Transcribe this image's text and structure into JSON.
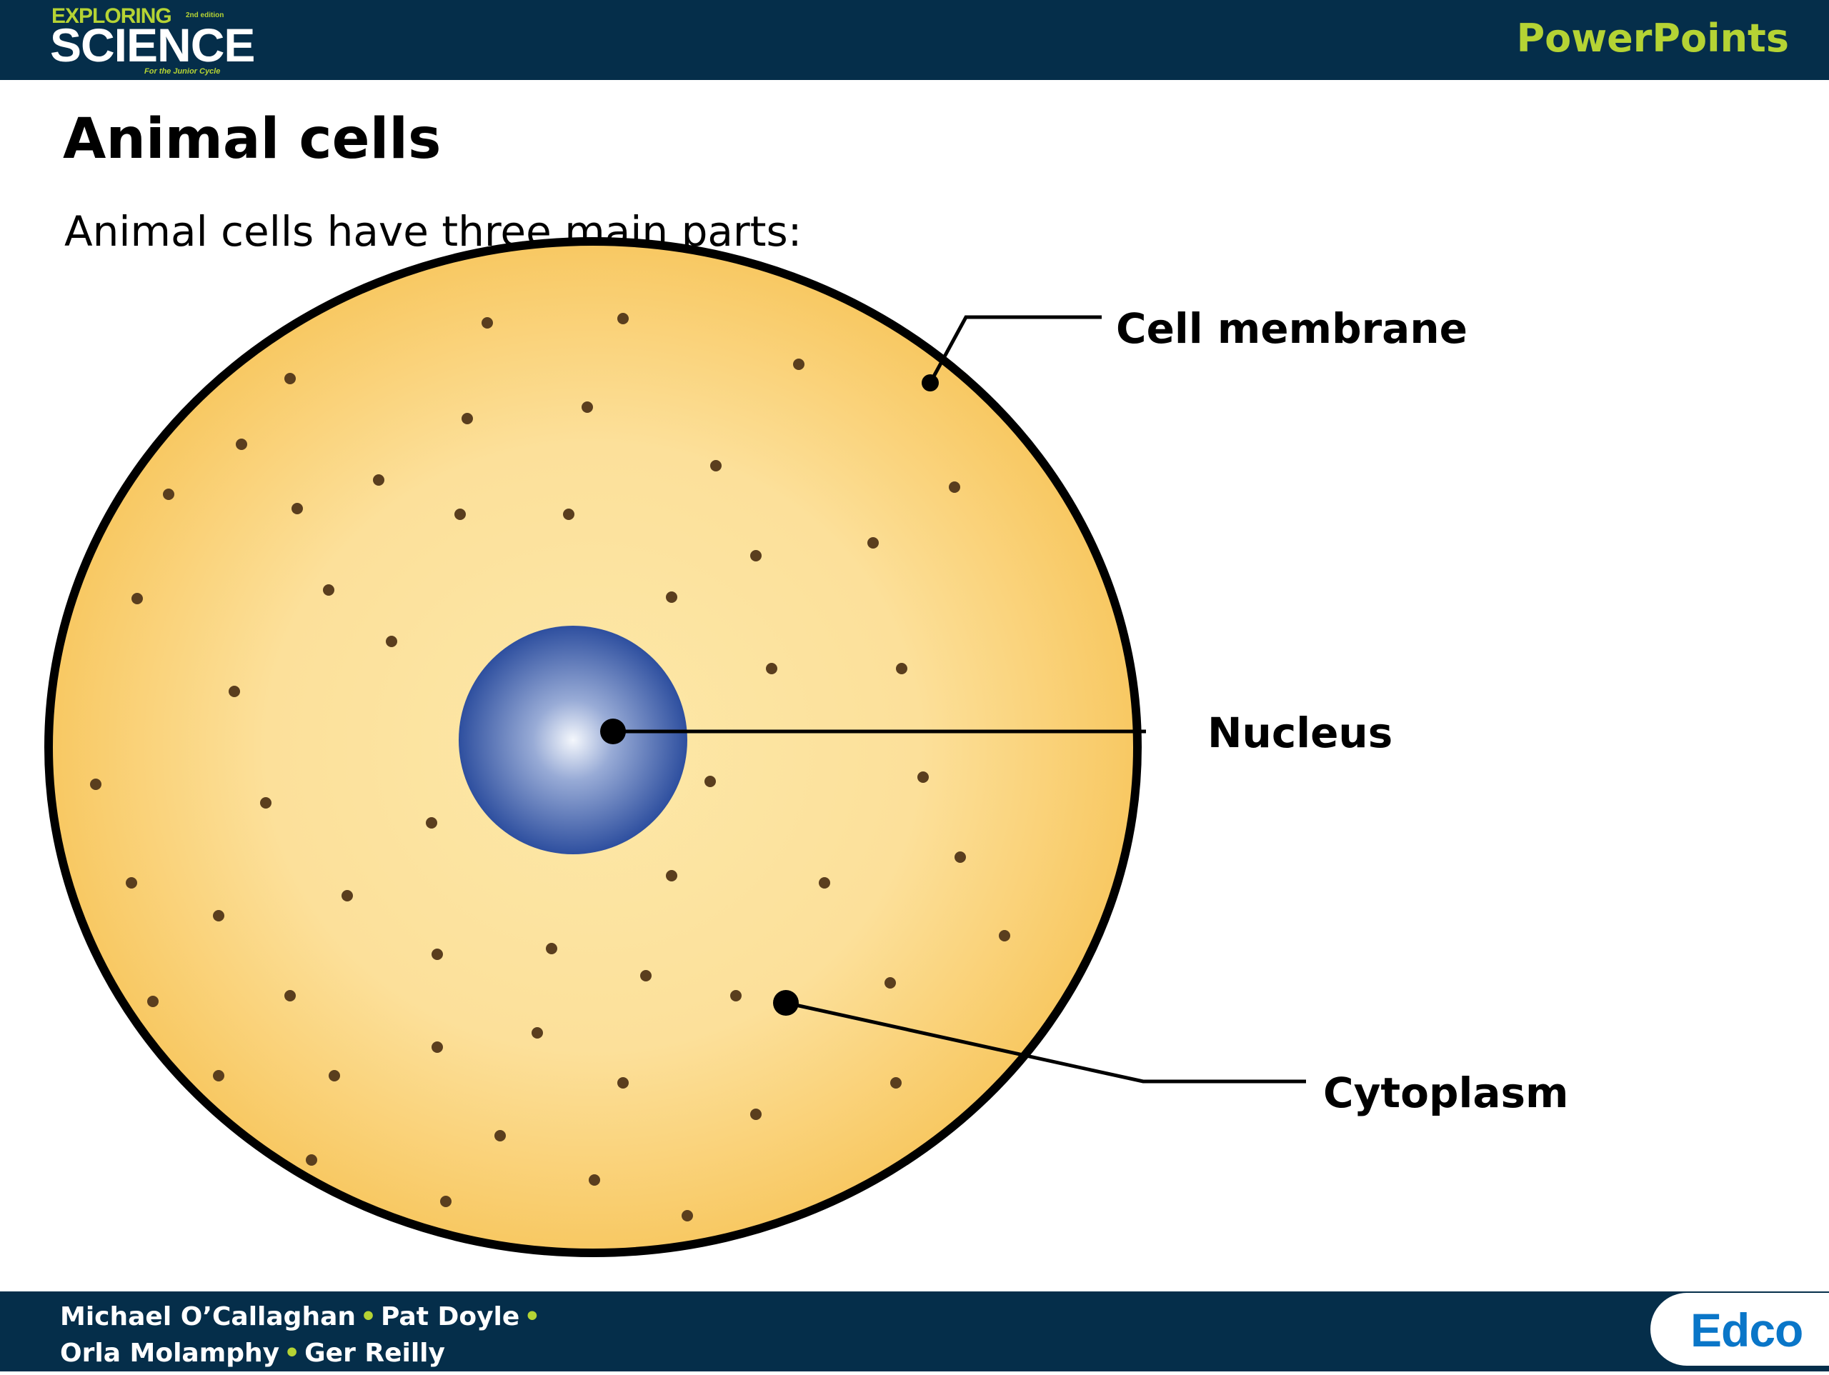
{
  "header": {
    "logo": {
      "exploring": "EXPLORING",
      "edition": "2nd edition",
      "science": "SCIENCE",
      "tagline": "For the Junior Cycle"
    },
    "section": "PowerPoints"
  },
  "slide": {
    "title": "Animal cells",
    "subtitle": "Animal cells have three main parts:"
  },
  "diagram": {
    "labels": {
      "cell_membrane": "Cell membrane",
      "nucleus": "Nucleus",
      "cytoplasm": "Cytoplasm"
    },
    "colors": {
      "cytoplasm_center": "#fde8a8",
      "cytoplasm_edge": "#f8c862",
      "membrane": "#000000",
      "nucleus_center": "#f4f7fc",
      "nucleus_edge": "#2e4f9f",
      "granules": "#5a3e1e"
    }
  },
  "footer": {
    "authors_line1": [
      "Michael O’Callaghan",
      "Pat Doyle"
    ],
    "authors_line2": [
      "Orla Molamphy",
      "Ger Reilly"
    ],
    "publisher": "Edco"
  },
  "colors": {
    "bar": "#052e4a",
    "accent": "#b5d334",
    "publisher": "#0a76c8"
  }
}
